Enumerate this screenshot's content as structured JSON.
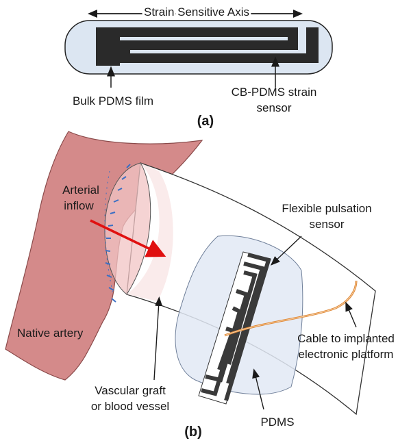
{
  "panel_a": {
    "axis_label": "Strain Sensitive Axis",
    "film_label": "Bulk PDMS film",
    "sensor_label_line1": "CB-PDMS strain",
    "sensor_label_line2": "sensor",
    "caption": "(a)"
  },
  "panel_b": {
    "inflow_line1": "Arterial",
    "inflow_line2": "inflow",
    "sensor_line1": "Flexible pulsation",
    "sensor_line2": "sensor",
    "artery_label": "Native artery",
    "cable_line1": "Cable to implanted",
    "cable_line2": "electronic platform",
    "graft_line1": "Vascular graft",
    "graft_line2": "or blood vessel",
    "pdms_label": "PDMS",
    "caption": "(b)"
  },
  "colors": {
    "artery": "#d48a8a",
    "film": "#dce6f2",
    "sensor": "#2a2a2a",
    "arrow": "#e01010",
    "cable": "#e08a3a",
    "suture": "#3a6fc4"
  }
}
